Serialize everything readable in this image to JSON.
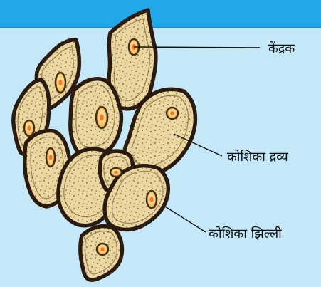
{
  "labels": {
    "nucleus": "केंद्रक",
    "cytoplasm": "कोशिका द्रव्य",
    "membrane": "कोशिका झिल्ली"
  },
  "colors": {
    "background": "#c5e8f8",
    "top_band": "#20a8e8",
    "cell_fill": "#ead7a0",
    "cell_outline": "#2a1a10",
    "nucleus_fill": "#f3cf76",
    "nucleolus": "#ff6b22"
  }
}
